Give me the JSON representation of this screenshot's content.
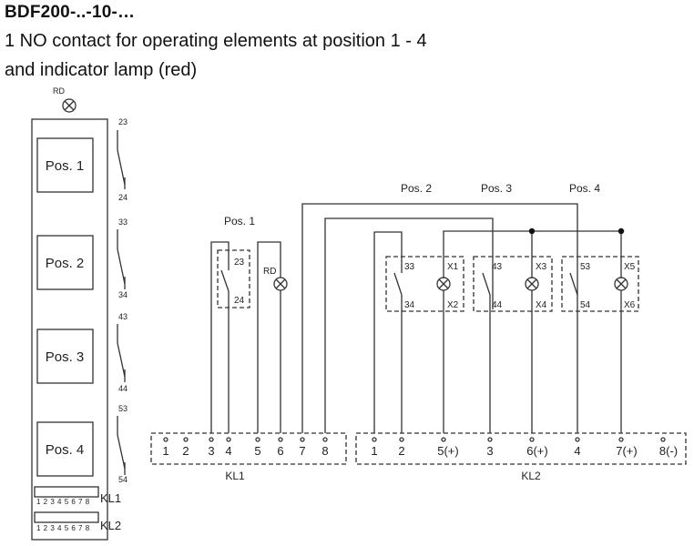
{
  "title": "BDF200-..-10-…",
  "subtitle_line1": "1 NO contact for operating elements at position 1 - 4",
  "subtitle_line2": "and indicator lamp (red)",
  "lamp_label": "RD",
  "panel": {
    "positions": [
      "Pos.  1",
      "Pos.  2",
      "Pos.  3",
      "Pos.  4"
    ],
    "contacts": [
      {
        "top": "23",
        "bottom": "24"
      },
      {
        "top": "33",
        "bottom": "34"
      },
      {
        "top": "43",
        "bottom": "44"
      },
      {
        "top": "53",
        "bottom": "54"
      }
    ],
    "strip_numbers": "1 2 3 4 5 6 7 8",
    "strips": [
      "KL1",
      "KL2"
    ]
  },
  "schematic": {
    "pos_labels": [
      "Pos. 1",
      "Pos. 2",
      "Pos. 3",
      "Pos. 4"
    ],
    "pos1_contact": {
      "top": "23",
      "bottom": "24"
    },
    "lamp_label": "RD",
    "modules": [
      {
        "contact_top": "33",
        "contact_bottom": "34",
        "lamp_top": "X1",
        "lamp_bottom": "X2"
      },
      {
        "contact_top": "43",
        "contact_bottom": "44",
        "lamp_top": "X3",
        "lamp_bottom": "X4"
      },
      {
        "contact_top": "53",
        "contact_bottom": "54",
        "lamp_top": "X5",
        "lamp_bottom": "X6"
      }
    ],
    "kl1": {
      "label": "KL1",
      "terminals": [
        "1",
        "2",
        "3",
        "4",
        "5",
        "6",
        "7",
        "8"
      ]
    },
    "kl2": {
      "label": "KL2",
      "terminals": [
        "1",
        "2",
        "5(+)",
        "3",
        "6(+)",
        "4",
        "7(+)",
        "8(-)"
      ]
    }
  }
}
